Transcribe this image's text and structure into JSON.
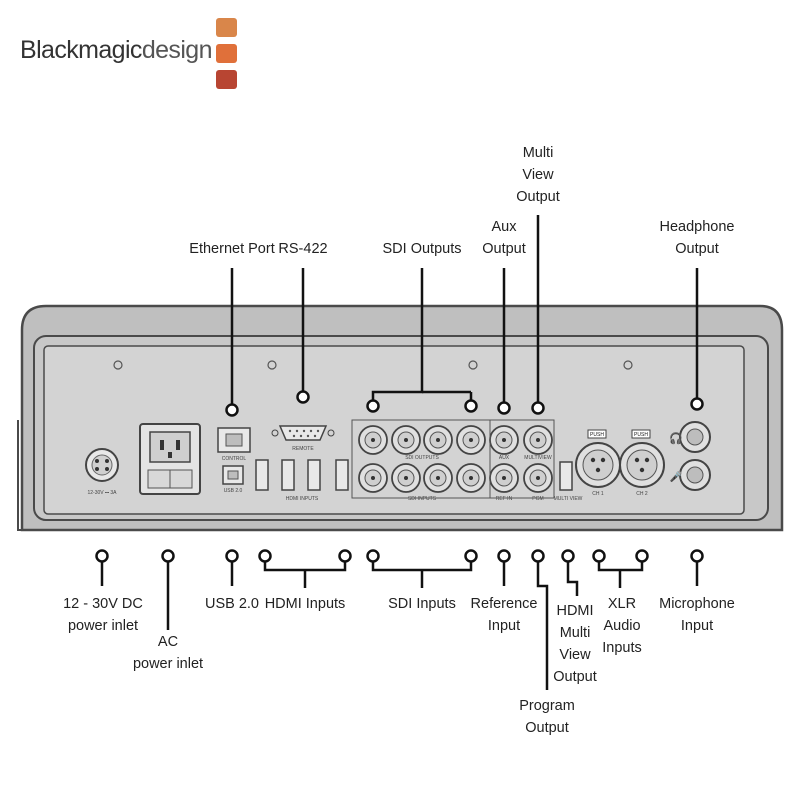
{
  "brand": {
    "name_bold": "Blackmagic",
    "name_light": "design",
    "colors": [
      "#d9864a",
      "#e0703a",
      "#b84532"
    ]
  },
  "device": {
    "panel_labels": {
      "control": "CONTROL",
      "remote": "REMOTE",
      "usb": "USB 2.0",
      "hdmi_inputs": "HDMI INPUTS",
      "sdi_outputs": "SDI OUTPUTS",
      "sdi_inputs": "SDI INPUTS",
      "aux": "AUX",
      "multiview": "MULTIVIEW",
      "ref_in": "REF IN",
      "pgm": "PGM",
      "multi_view": "MULTI VIEW",
      "ch1": "CH 1",
      "ch2": "CH 2",
      "push": "PUSH",
      "power": "12-30V ⎓ 3A"
    }
  },
  "labels_top": {
    "ethernet": [
      "Ethernet Port"
    ],
    "rs422": [
      "RS-422"
    ],
    "sdi_outputs": [
      "SDI Outputs"
    ],
    "aux_output": [
      "Aux",
      "Output"
    ],
    "multiview_output": [
      "Multi",
      "View",
      "Output"
    ],
    "headphone_output": [
      "Headphone",
      "Output"
    ]
  },
  "labels_bottom": {
    "power_dc": [
      "12 - 30V DC",
      "power inlet"
    ],
    "ac_power": [
      "AC",
      "power inlet"
    ],
    "usb": [
      "USB 2.0"
    ],
    "hdmi_inputs": [
      "HDMI Inputs"
    ],
    "sdi_inputs": [
      "SDI Inputs"
    ],
    "reference_input": [
      "Reference",
      "Input"
    ],
    "hdmi_multiview_output": [
      "HDMI",
      "Multi",
      "View",
      "Output"
    ],
    "program_output": [
      "Program",
      "Output"
    ],
    "xlr_audio_inputs": [
      "XLR",
      "Audio",
      "Inputs"
    ],
    "microphone_input": [
      "Microphone",
      "Input"
    ]
  }
}
